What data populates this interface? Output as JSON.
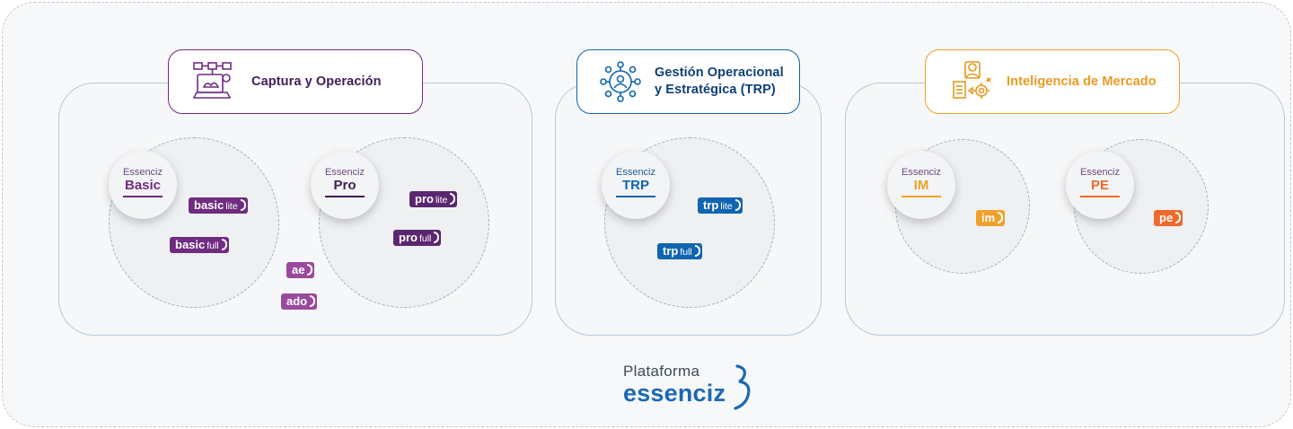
{
  "colors": {
    "purple": "#6f2c80",
    "purple_dark": "#3f1d55",
    "blue": "#0f65b0",
    "orange": "#f0a12b",
    "red_orange": "#ef6a2c",
    "frame_border": "#c3c8ce",
    "group_border": "#b6c7dc"
  },
  "captura": {
    "title": "Captura y Operación",
    "icon": "computer-network-icon",
    "products": [
      {
        "top": "Essenciz",
        "name": "Basic"
      },
      {
        "top": "Essenciz",
        "name": "Pro"
      }
    ],
    "badges": [
      {
        "main": "basic",
        "sub": "lite"
      },
      {
        "main": "basic",
        "sub": "full"
      },
      {
        "main": "pro",
        "sub": "lite"
      },
      {
        "main": "pro",
        "sub": "full"
      },
      {
        "main": "ae",
        "sub": ""
      },
      {
        "main": "ado",
        "sub": ""
      }
    ]
  },
  "trp": {
    "title_line1": "Gestión Operacional",
    "title_line2": "y Estratégica (TRP)",
    "icon": "people-network-icon",
    "product": {
      "top": "Essenciz",
      "name": "TRP"
    },
    "badges": [
      {
        "main": "trp",
        "sub": "lite"
      },
      {
        "main": "trp",
        "sub": "full"
      }
    ]
  },
  "mercado": {
    "title": "Inteligencia de Mercado",
    "icon": "market-analysis-icon",
    "products": [
      {
        "top": "Essenciz",
        "name": "IM"
      },
      {
        "top": "Essenciz",
        "name": "PE"
      }
    ],
    "badges": [
      {
        "main": "im",
        "sub": ""
      },
      {
        "main": "pe",
        "sub": ""
      }
    ]
  },
  "logo": {
    "top": "Plataforma",
    "main": "essenciz"
  }
}
